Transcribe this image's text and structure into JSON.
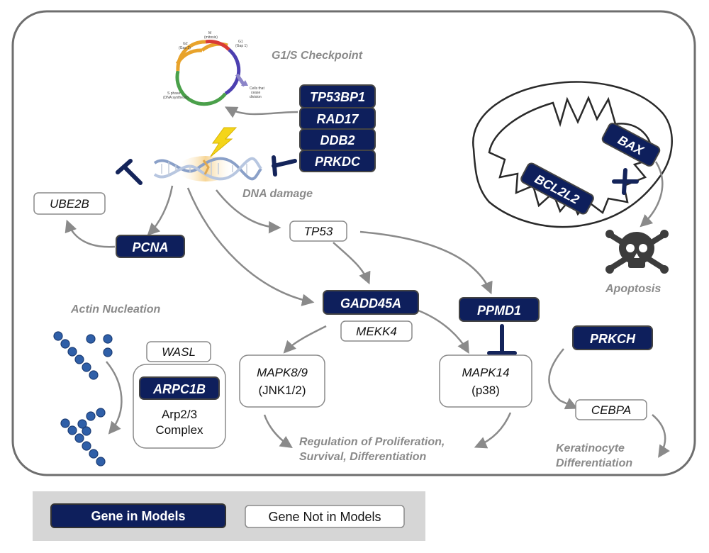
{
  "labels": {
    "g1s_checkpoint": "G1/S Checkpoint",
    "dna_damage": "DNA damage",
    "apoptosis": "Apoptosis",
    "actin_nucleation": "Actin Nucleation",
    "regulation_line1": "Regulation of Proliferation,",
    "regulation_line2": "Survival, Differentiation",
    "keratinocyte_line1": "Keratinocyte",
    "keratinocyte_line2": "Differentiation",
    "arp_line1": "Arp2/3",
    "arp_line2": "Complex"
  },
  "cell_cycle": {
    "g2": "G2",
    "g2_sub": "(Gap 2)",
    "m": "M",
    "m_sub": "(mitosis)",
    "g1": "G1",
    "g1_sub": "(Gap 1)",
    "s": "S phase",
    "s_sub": "(DNA synthesis)",
    "exit_line1": "Cells that",
    "exit_line2": "cease",
    "exit_line3": "division"
  },
  "genes_in_models": {
    "tp53bp1": "TP53BP1",
    "rad17": "RAD17",
    "ddb2": "DDB2",
    "prkdc": "PRKDC",
    "bax": "BAX",
    "bcl2l2": "BCL2L2",
    "pcna": "PCNA",
    "gadd45a": "GADD45A",
    "ppmd1": "PPMD1",
    "prkch": "PRKCH",
    "arpc1b": "ARPC1B"
  },
  "genes_not_in_models": {
    "ube2b": "UBE2B",
    "tp53": "TP53",
    "mekk4": "MEKK4",
    "wasl": "WASL",
    "mapk89": "MAPK8/9",
    "mapk89_sub": "(JNK1/2)",
    "mapk14": "MAPK14",
    "mapk14_sub": "(p38)",
    "cebpa": "CEBPA"
  },
  "legend": {
    "in_models": "Gene in Models",
    "not_in_models": "Gene Not in Models"
  },
  "colors": {
    "gene_in_fill": "#0e1f5c",
    "frame_border": "#6e6e6e",
    "arrow": "#8a8a8a",
    "inhibit": "#14245a"
  }
}
